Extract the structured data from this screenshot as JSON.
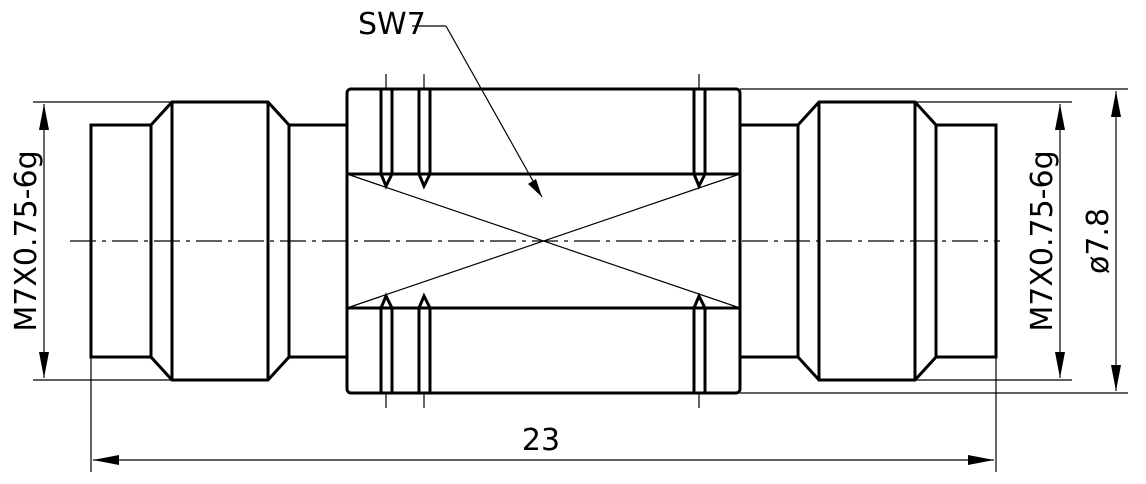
{
  "drawing": {
    "labels": {
      "wrench_flat": "SW7",
      "thread_left": "M7X0.75-6g",
      "thread_right": "M7X0.75-6g",
      "diameter": "ø7.8",
      "overall_length": "23"
    }
  }
}
